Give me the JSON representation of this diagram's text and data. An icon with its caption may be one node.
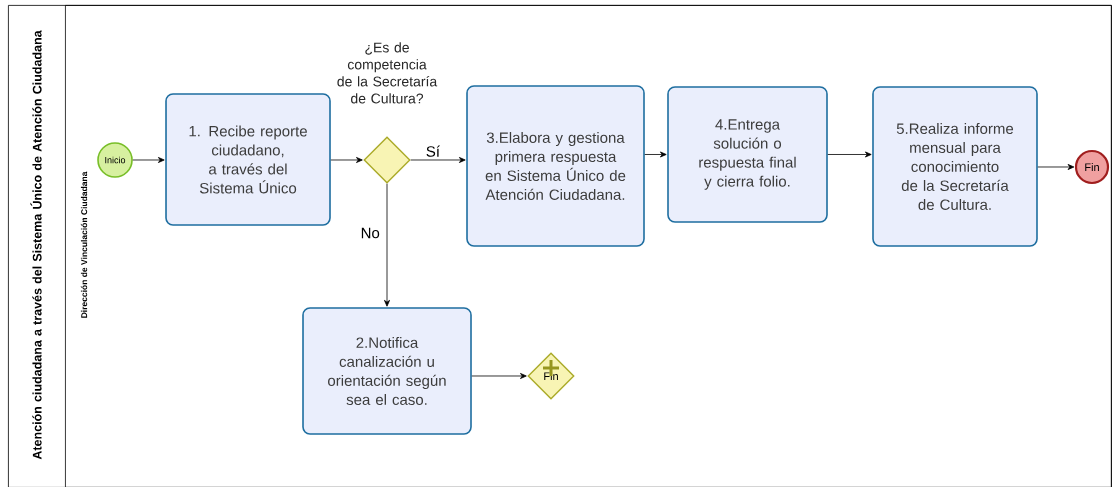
{
  "diagram": {
    "nodes": [
      {
        "text": [
          "Atención ciudadana a través del Sistema Único  de Atención Ciudadana"
        ]
      },
      {
        "text": [
          "Dirección de Vinculación Ciudadana"
        ],
        "in": 0
      },
      {
        "text": [
          "Inicio"
        ],
        "in": 1
      },
      {
        "text": [
          "1. Recibe reporte ciudadano, a través del Sistema Único"
        ],
        "in": 1
      },
      {
        "text": [
          "¿Es de competencia de la Secretaría de Cultura?"
        ],
        "in": 1
      },
      {
        "text": [
          "3.Elabora y gestiona primera respuesta en Sistema Único de Atención Ciudadana."
        ],
        "in": 1
      },
      {
        "text": [
          "4.Entrega solución o respuesta final y cierra folio."
        ],
        "in": 1
      },
      {
        "text": [
          "5.Realiza informe mensual para conocimiento de la Secretaría de Cultura."
        ],
        "in": 1
      },
      {
        "text": [
          "Fin"
        ],
        "in": 1
      },
      {
        "text": [
          "2.Notifica canalización u orientación según sea el caso."
        ],
        "in": 1
      },
      {
        "text": [
          "Fin"
        ],
        "in": 1
      }
    ],
    "edges": [
      {
        "from": 2,
        "to": 3,
        "arrow": "to"
      },
      {
        "from": 3,
        "to": 4,
        "arrow": "to"
      },
      {
        "from": 4,
        "to": 5,
        "arrow": "to",
        "label": "Sí"
      },
      {
        "from": 4,
        "to": 9,
        "arrow": "to",
        "label": "No"
      },
      {
        "from": 5,
        "to": 6,
        "arrow": "to"
      },
      {
        "from": 6,
        "to": 7,
        "arrow": "to"
      },
      {
        "from": 7,
        "to": 8,
        "arrow": "to"
      },
      {
        "from": 9,
        "to": 10,
        "arrow": "to"
      }
    ]
  }
}
